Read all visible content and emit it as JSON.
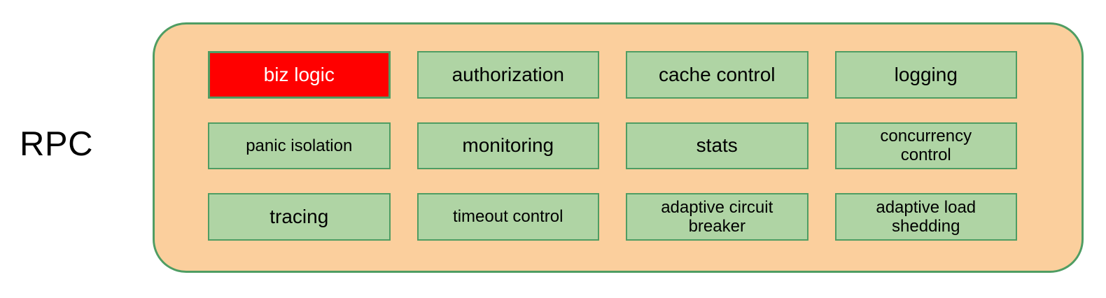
{
  "diagram": {
    "label": "RPC",
    "colors": {
      "container_fill": "#FBCF9D",
      "box_fill": "#AFD4A4",
      "border_green": "#4F9D63",
      "highlight_fill": "#FF0000",
      "highlight_text": "#FFFFFF",
      "text": "#000000"
    },
    "container": {
      "boxes": [
        {
          "label": "biz logic",
          "highlighted": true
        },
        {
          "label": "authorization",
          "highlighted": false
        },
        {
          "label": "cache control",
          "highlighted": false
        },
        {
          "label": "logging",
          "highlighted": false
        },
        {
          "label": "panic isolation",
          "highlighted": false
        },
        {
          "label": "monitoring",
          "highlighted": false
        },
        {
          "label": "stats",
          "highlighted": false
        },
        {
          "label": "concurrency control",
          "highlighted": false
        },
        {
          "label": "tracing",
          "highlighted": false
        },
        {
          "label": "timeout control",
          "highlighted": false
        },
        {
          "label": "adaptive circuit breaker",
          "highlighted": false
        },
        {
          "label": "adaptive load shedding",
          "highlighted": false
        }
      ]
    }
  }
}
